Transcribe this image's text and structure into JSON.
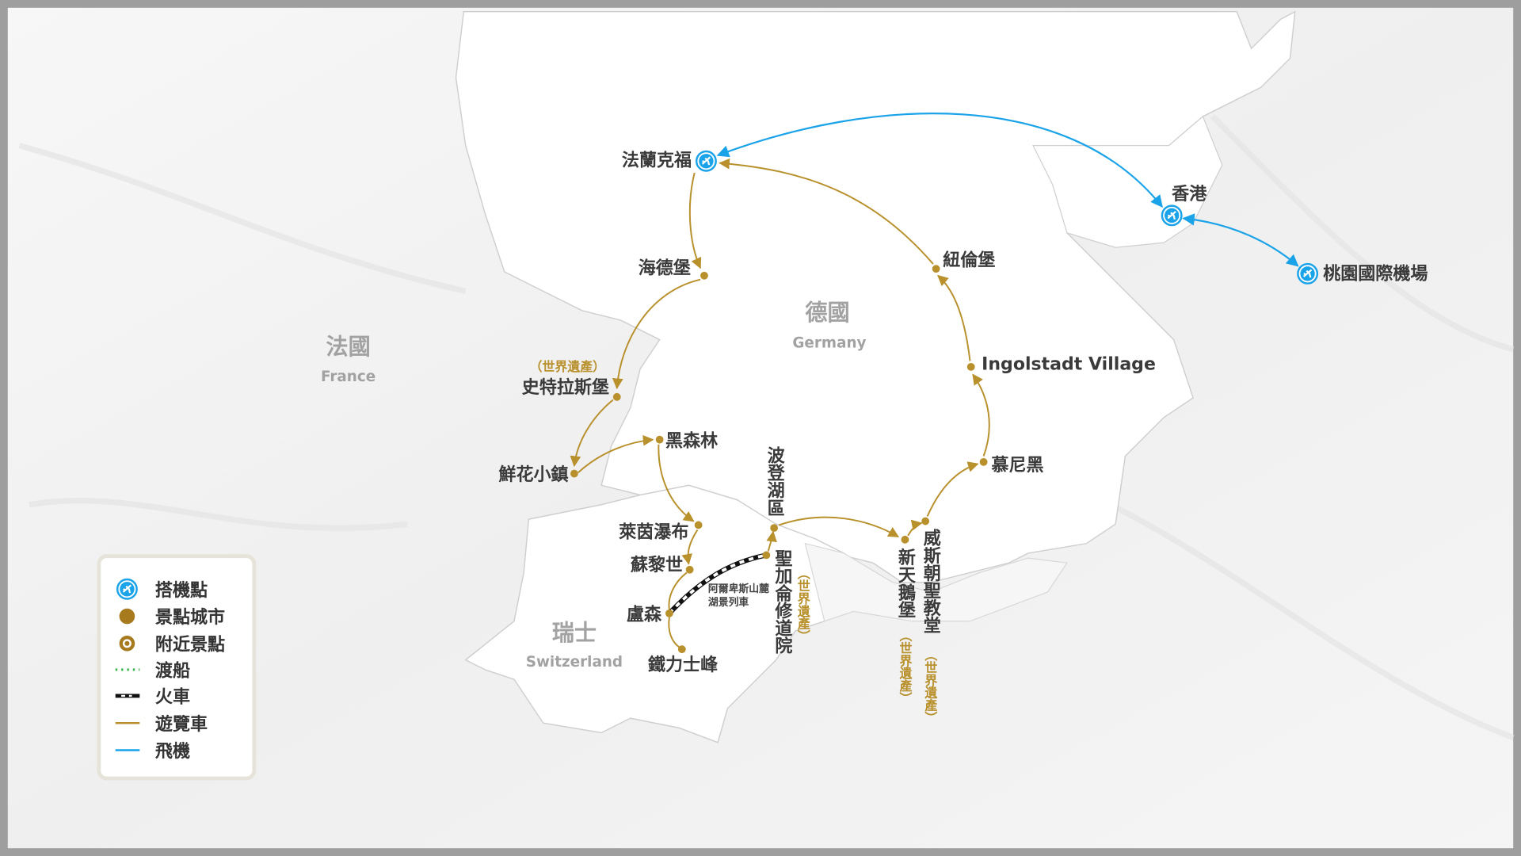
{
  "colors": {
    "tour_bus": "#b8902c",
    "flight": "#1aa3e8",
    "ferry": "#3bb34a",
    "train": "#111111"
  },
  "countries": {
    "germany": {
      "zh": "德國",
      "en": "Germany"
    },
    "france": {
      "zh": "法國",
      "en": "France"
    },
    "switzerland": {
      "zh": "瑞士",
      "en": "Switzerland"
    }
  },
  "airports": {
    "frankfurt": "法蘭克福",
    "hongkong": "香港",
    "taoyuan": "桃園國際機場"
  },
  "cities": {
    "heidelberg": "海德堡",
    "strasbourg": "史特拉斯堡",
    "strasbourg_note": "（世界遺產）",
    "flower_town": "鮮花小鎮",
    "black_forest": "黑森林",
    "rhine_falls": "萊茵瀑布",
    "zurich": "蘇黎世",
    "lucerne": "盧森",
    "titlis": "鐵力士峰",
    "st_gallen": "聖加侖修道院",
    "st_gallen_note": "（世界遺產）",
    "lake_constance": "波登湖區",
    "neuschwanstein": "新天鵝堡",
    "neuschwanstein_note": "（世界遺產）",
    "wieskirche": "威斯朝聖教堂",
    "wieskirche_note": "（世界遺產）",
    "munich": "慕尼黑",
    "ingolstadt": "Ingolstadt Village",
    "nuremberg": "紐倫堡"
  },
  "train_label": {
    "line1": "阿爾卑斯山麓",
    "line2": "湖景列車"
  },
  "legend": [
    {
      "icon": "airport-icon",
      "label": "搭機點"
    },
    {
      "icon": "city-dot-icon",
      "label": "景點城市"
    },
    {
      "icon": "nearby-spot-icon",
      "label": "附近景點"
    },
    {
      "icon": "ferry-line-icon",
      "label": "渡船"
    },
    {
      "icon": "train-line-icon",
      "label": "火車"
    },
    {
      "icon": "bus-line-icon",
      "label": "遊覽車"
    },
    {
      "icon": "flight-line-icon",
      "label": "飛機"
    }
  ]
}
